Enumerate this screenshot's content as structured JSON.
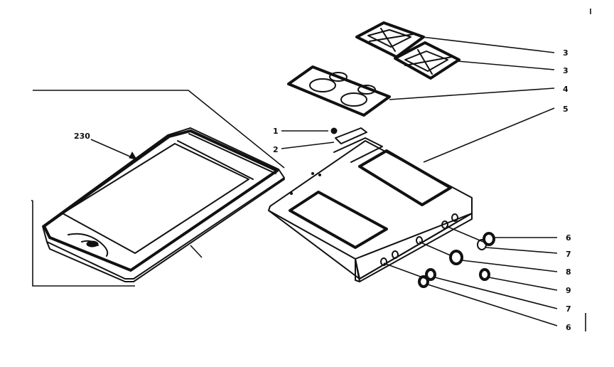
{
  "callouts": {
    "grate_right_top": "3",
    "grate_right_bottom": "3",
    "burner_box": "4",
    "cooktop": "5",
    "screw": "1",
    "bracket": "2",
    "knob_right_top": "6",
    "bezel_right": "7",
    "knob_center": "8",
    "knob_right": "9",
    "bezel_left": "7",
    "knob_left": "6",
    "lid_assembly": "230"
  },
  "ink_color": "#111111",
  "background_color": "#ffffff"
}
